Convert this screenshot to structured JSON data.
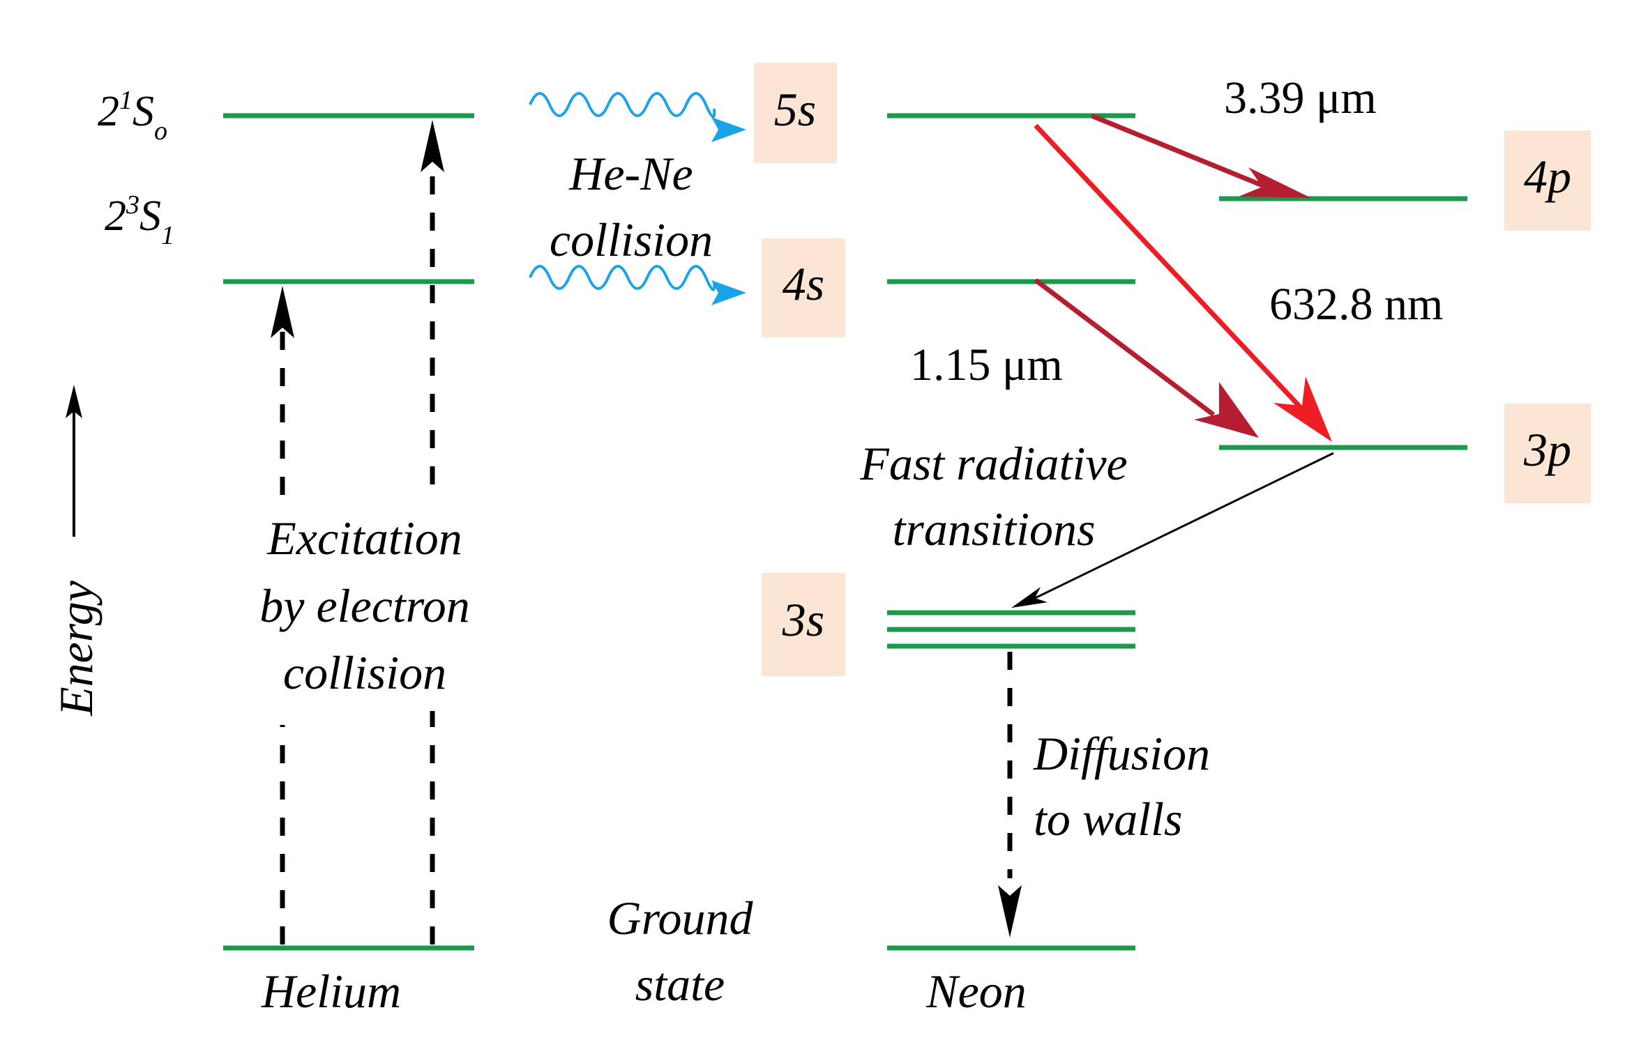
{
  "helium": {
    "level_upper_label": {
      "base": "2",
      "sup": "1",
      "letter": "S",
      "sub": "o"
    },
    "level_lower_label": {
      "base": "2",
      "sup": "3",
      "letter": "S",
      "sub": "1"
    },
    "excitation_text": [
      "Excitation",
      "by electron",
      "collision"
    ],
    "atom_label": "Helium"
  },
  "collision_label": [
    "He-Ne",
    "collision"
  ],
  "ground_state_label": [
    "Ground",
    "state"
  ],
  "energy_label": "Energy",
  "neon": {
    "level_5s": "5s",
    "level_4s": "4s",
    "level_4p": "4p",
    "level_3p": "3p",
    "level_3s": "3s",
    "atom_label": "Neon"
  },
  "transitions": {
    "t_339": "3.39 μm",
    "t_6328": "632.8 nm",
    "t_115": "1.15 μm"
  },
  "fast_radiative_text": [
    "Fast radiative",
    "transitions"
  ],
  "diffusion_text": [
    "Diffusion",
    "to walls"
  ],
  "colors": {
    "level": "#1a9a4a",
    "box": "#fbe5d4",
    "wave": "#1aa3e8",
    "laser_dark": "#b51e30",
    "laser_bright": "#ee1c24"
  }
}
